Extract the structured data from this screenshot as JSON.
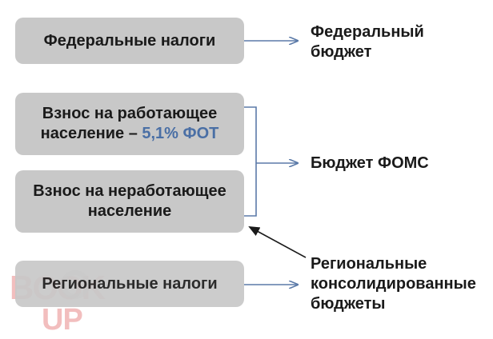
{
  "boxes": {
    "federal_taxes": "Федеральные налоги",
    "working_pop_line1": "Взнос на работающее",
    "working_pop_line2": "население – ",
    "working_pop_rate": "5,1% ФОТ",
    "nonworking_pop_line1": "Взнос на неработающее",
    "nonworking_pop_line2": "население",
    "regional_taxes": "Региональные налоги"
  },
  "targets": {
    "federal_budget_line1": "Федеральный",
    "federal_budget_line2": "бюджет",
    "foms_budget": "Бюджет ФОМС",
    "regional_budgets_line1": "Региональные",
    "regional_budgets_line2": "консолидированные",
    "regional_budgets_line3": "бюджеты"
  },
  "watermark": {
    "text_top": "BOOK",
    "text_bottom": "UP"
  },
  "colors": {
    "box_fill": "#c8c8c8",
    "accent": "#4a6fa5",
    "arrow": "#5b7aa8",
    "text": "#1a1a1a"
  }
}
